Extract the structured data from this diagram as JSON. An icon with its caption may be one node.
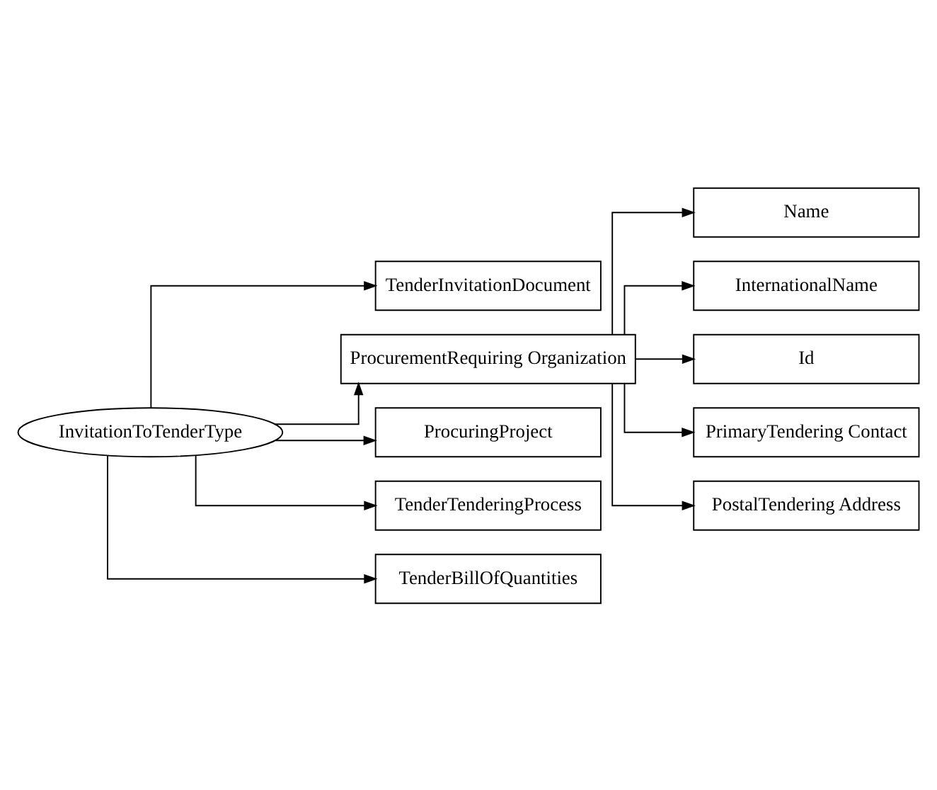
{
  "diagram": {
    "nodes": [
      {
        "text": [
          "InvitationToTenderType"
        ]
      },
      {
        "text": [
          "TenderInvitationDocument"
        ]
      },
      {
        "text": [
          "ProcurementRequiring Organization"
        ]
      },
      {
        "text": [
          "ProcuringProject"
        ]
      },
      {
        "text": [
          "TenderTenderingProcess"
        ]
      },
      {
        "text": [
          "TenderBillOfQuantities"
        ]
      },
      {
        "text": [
          "Name"
        ]
      },
      {
        "text": [
          "InternationalName"
        ]
      },
      {
        "text": [
          "Id"
        ]
      },
      {
        "text": [
          "PrimaryTendering Contact"
        ]
      },
      {
        "text": [
          "PostalTendering Address"
        ]
      }
    ],
    "edges": [
      {
        "from": 0,
        "to": 1,
        "arrow": "to"
      },
      {
        "from": 0,
        "to": 2,
        "arrow": "to"
      },
      {
        "from": 0,
        "to": 3,
        "arrow": "to"
      },
      {
        "from": 0,
        "to": 4,
        "arrow": "to"
      },
      {
        "from": 0,
        "to": 5,
        "arrow": "to"
      },
      {
        "from": 2,
        "to": 6,
        "arrow": "to"
      },
      {
        "from": 2,
        "to": 7,
        "arrow": "to"
      },
      {
        "from": 2,
        "to": 8,
        "arrow": "to"
      },
      {
        "from": 2,
        "to": 9,
        "arrow": "to"
      },
      {
        "from": 2,
        "to": 10,
        "arrow": "to"
      }
    ]
  }
}
